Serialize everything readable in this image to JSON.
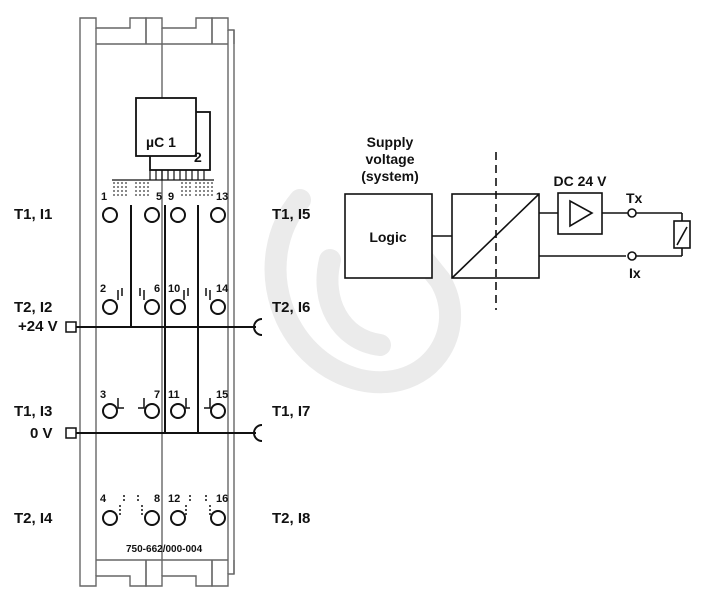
{
  "module": {
    "part_number": "750-662/000-004",
    "chip_label": "µC 1",
    "chip_label_2": "2",
    "terminals": [
      "1",
      "5",
      "9",
      "13",
      "2",
      "6",
      "10",
      "14",
      "3",
      "7",
      "11",
      "15",
      "4",
      "8",
      "12",
      "16"
    ]
  },
  "left_labels": {
    "t1_i1": "T1, I1",
    "t2_i2": "T2, I2",
    "plus24": "+24 V",
    "t1_i3": "T1, I3",
    "zero_v": "0 V",
    "t2_i4": "T2, I4"
  },
  "right_labels": {
    "t1_i5": "T1, I5",
    "t2_i6": "T2, I6",
    "t1_i7": "T1, I7",
    "t2_i8": "T2, I8"
  },
  "block_diagram": {
    "supply_line1": "Supply",
    "supply_line2": "voltage",
    "supply_line3": "(system)",
    "logic": "Logic",
    "dc24": "DC 24 V",
    "tx": "Tx",
    "ix": "Ix"
  }
}
